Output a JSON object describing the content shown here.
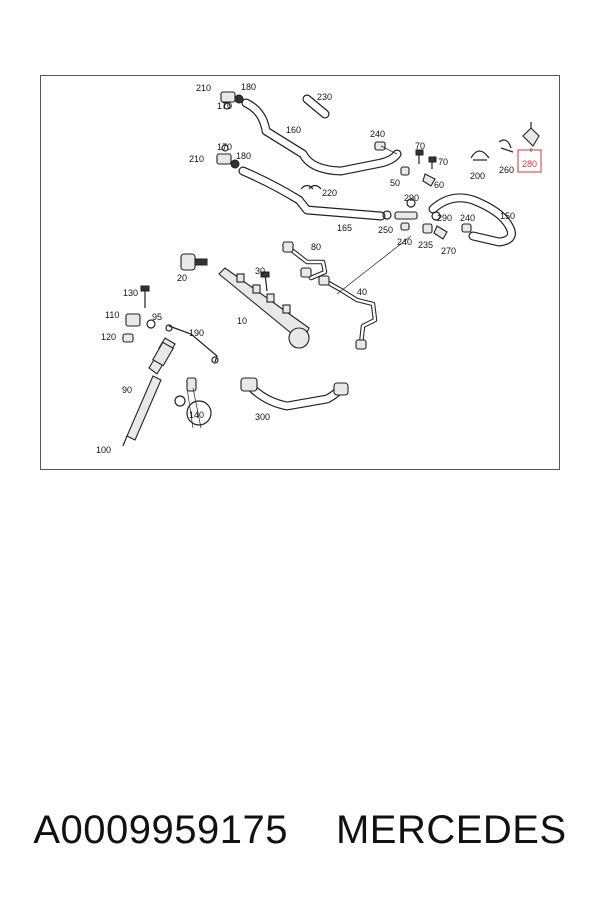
{
  "diagram": {
    "highlight_color": "#e0303a",
    "labels": {
      "l210a": "210",
      "l180a": "180",
      "l170a": "170",
      "l230": "230",
      "l160": "160",
      "l240a": "240",
      "l70a": "70",
      "l70b": "70",
      "l170b": "170",
      "l210b": "210",
      "l180b": "180",
      "l220": "220",
      "l50": "50",
      "l60": "60",
      "l200": "200",
      "l260": "260",
      "l280": "280",
      "l290a": "290",
      "l290b": "290",
      "l240b": "240",
      "l150": "150",
      "l165": "165",
      "l250": "250",
      "l240c": "240",
      "l235": "235",
      "l270": "270",
      "l80": "80",
      "l20": "20",
      "l30": "30",
      "l40": "40",
      "l10": "10",
      "l130": "130",
      "l110": "110",
      "l95": "95",
      "l190": "190",
      "l120": "120",
      "l90": "90",
      "l140": "140",
      "l300": "300",
      "l100": "100"
    }
  },
  "caption": {
    "part_number": "A0009959175",
    "brand": "MERCEDES"
  }
}
